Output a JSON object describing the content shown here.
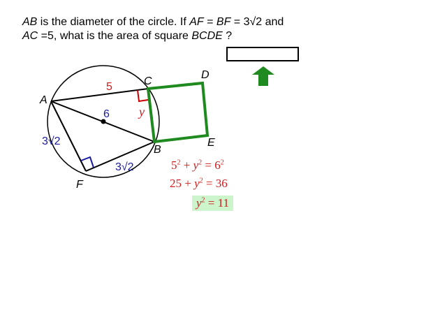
{
  "question": {
    "ab": "AB",
    "t1": " is the diameter of the circle. If ",
    "af": "AF",
    "eq1": " = ",
    "bf": "BF",
    "eq2": " = 3√2 and",
    "ac": "AC",
    "t2": " =5, what is the area of square ",
    "bcde": "BCDE",
    "q": " ?"
  },
  "answer": {
    "value": ""
  },
  "diagram": {
    "points": {
      "A": "A",
      "B": "B",
      "C": "C",
      "D": "D",
      "E": "E",
      "F": "F"
    },
    "labels": {
      "ac": "5",
      "radius": "6",
      "af": "3√2",
      "bf": "3√2",
      "y": "y"
    }
  },
  "equations": [
    {
      "a": "5",
      "b": "y",
      "c": "6"
    },
    {
      "lhs": "25 + ",
      "v": "y",
      "rhs": " = 36"
    },
    {
      "v": "y",
      "rhs": " = 11"
    }
  ],
  "colors": {
    "square": "#1f8a1f",
    "right_angle_c": "#cc0000",
    "right_angle_f": "#1a1aa0",
    "equation": "#d01c1c",
    "highlight": "#ccf5cc",
    "label_blue": "#1a1aa0"
  }
}
